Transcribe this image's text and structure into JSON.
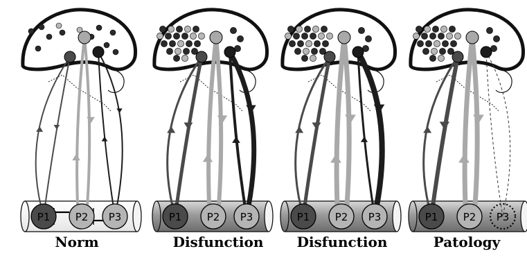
{
  "colors": {
    "p1": "#4a4a4a",
    "p2": "#a9a9a9",
    "p3": "#1c1c1c",
    "outline": "#111111",
    "dot_dark": "#2a2a2a",
    "dot_light": "#b8b8b8",
    "tube_light": "#f2f2f2",
    "tube_shaded": "#9a9a9a"
  },
  "node_labels": [
    "P1",
    "P2",
    "P3"
  ],
  "panels": [
    {
      "caption": "Norm",
      "dot_pattern": "sparse",
      "tube_style": "light",
      "p3_state": "normal",
      "p1_up": 2,
      "p1_down": 2,
      "p2_line": 4,
      "p3_up": 2,
      "p3_down": 2,
      "has_cross_links": true
    },
    {
      "caption": "Disfunction",
      "dot_pattern": "dense",
      "tube_style": "shaded",
      "p3_state": "normal",
      "p1_up": 3,
      "p1_down": 5,
      "p2_line": 6,
      "p3_up": 4,
      "p3_down": 7,
      "has_cross_links": false
    },
    {
      "caption": "Disfunction",
      "dot_pattern": "dense",
      "tube_style": "shaded",
      "p3_state": "normal",
      "p1_up": 3,
      "p1_down": 5,
      "p2_line": 7,
      "p3_up": 3,
      "p3_down": 8,
      "has_cross_links": false
    },
    {
      "caption": "Patology",
      "dot_pattern": "dense",
      "tube_style": "shaded",
      "p3_state": "missing",
      "p1_up": 3,
      "p1_down": 6,
      "p2_line": 7,
      "p3_up": 1,
      "p3_down": 1,
      "has_cross_links": false
    }
  ]
}
